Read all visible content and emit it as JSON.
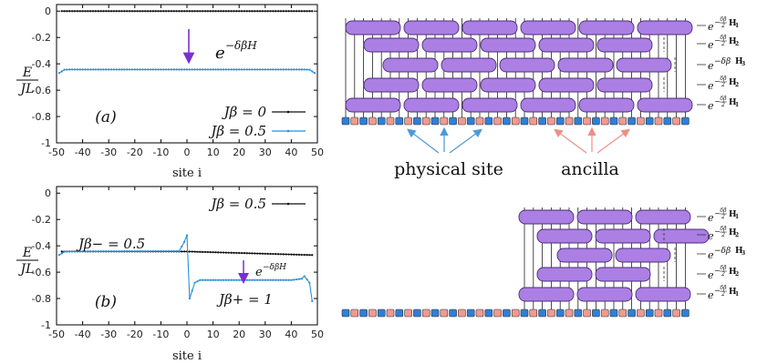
{
  "colors": {
    "black_series": "#111111",
    "blue_series": "#2b8fd6",
    "arrow_purple": "#7a2fd1",
    "gate_fill": "#ab7fe3",
    "gate_stroke": "#4b2d7a",
    "physical_site": "#2f7fd8",
    "ancilla_site": "#f09a92",
    "blue_arrow": "#4a9ad8",
    "pink_arrow": "#ef8f86"
  },
  "top_plot": {
    "panel_label": "(a)",
    "ylabel_num": "E",
    "ylabel_den": "JL",
    "xlabel": "site i",
    "arrow_label_base": "e",
    "arrow_label_exp": "−δβH",
    "legend": [
      "Jβ = 0",
      "Jβ = 0.5"
    ]
  },
  "bottom_plot": {
    "panel_label": "(b)",
    "ylabel_num": "E",
    "ylabel_den": "JL",
    "xlabel": "site i",
    "legend": [
      "Jβ = 0.5"
    ],
    "left_annotation": "Jβ− = 0.5",
    "right_annotation": "Jβ+ = 1",
    "arrow_label_base": "e",
    "arrow_label_exp": "−δβH"
  },
  "chart_data": [
    {
      "type": "line",
      "x_ticks": [
        -50,
        -40,
        -30,
        -20,
        -10,
        0,
        10,
        20,
        30,
        40,
        50
      ],
      "y_ticks": [
        "0",
        "-0.2",
        "-0.4",
        "-0.6",
        "-0.8",
        "-1"
      ],
      "xlim": [
        -50,
        50
      ],
      "ylim": [
        -1,
        0.05
      ],
      "series": [
        {
          "name": "Jβ = 0",
          "x": [
            -48,
            48
          ],
          "y": [
            0,
            0
          ]
        },
        {
          "name": "Jβ = 0.5",
          "x": [
            -49,
            -47,
            -45,
            45,
            47,
            49
          ],
          "y": [
            -0.47,
            -0.445,
            -0.443,
            -0.443,
            -0.445,
            -0.47
          ]
        }
      ]
    },
    {
      "type": "line",
      "x_ticks": [
        -50,
        -40,
        -30,
        -20,
        -10,
        0,
        10,
        20,
        30,
        40,
        50
      ],
      "y_ticks": [
        "0",
        "-0.2",
        "-0.4",
        "-0.6",
        "-0.8",
        "-1"
      ],
      "xlim": [
        -50,
        50
      ],
      "ylim": [
        -1,
        0.05
      ],
      "series": [
        {
          "name": "Jβ = 0.5",
          "x": [
            -48,
            0,
            48
          ],
          "y": [
            -0.443,
            -0.443,
            -0.47
          ]
        },
        {
          "name": "",
          "x": [
            -49,
            -47,
            -45,
            -3,
            -1,
            0,
            1,
            3,
            5,
            40,
            44,
            45,
            47,
            48
          ],
          "y": [
            -0.47,
            -0.445,
            -0.443,
            -0.44,
            -0.37,
            -0.32,
            -0.8,
            -0.68,
            -0.66,
            -0.66,
            -0.65,
            -0.63,
            -0.68,
            -0.82
          ]
        }
      ]
    }
  ],
  "diagram_top": {
    "physical_label": "physical site",
    "ancilla_label": "ancilla",
    "gate_labels": [
      "e^{-δβ/2 H1}",
      "e^{-δβ/2 H2}",
      "e^{-δβH3}",
      "e^{-δβ/2 H2}",
      "e^{-δβ/2 H1}"
    ]
  },
  "diagram_bottom": {
    "gate_labels": [
      "e^{-δβ/2 H1}",
      "e^{-δβ/2 H2}",
      "e^{-δβH3}",
      "e^{-δβ/2 H2}",
      "e^{-δβ/2 H1}"
    ]
  },
  "gate_label_text": {
    "minus_delta_beta": "−δβ",
    "frac_num": "δβ",
    "frac_den": "2",
    "H1": "H",
    "H1_sub": "1",
    "H2": "H",
    "H2_sub": "2",
    "H3": "H",
    "H3_sub": "3"
  }
}
